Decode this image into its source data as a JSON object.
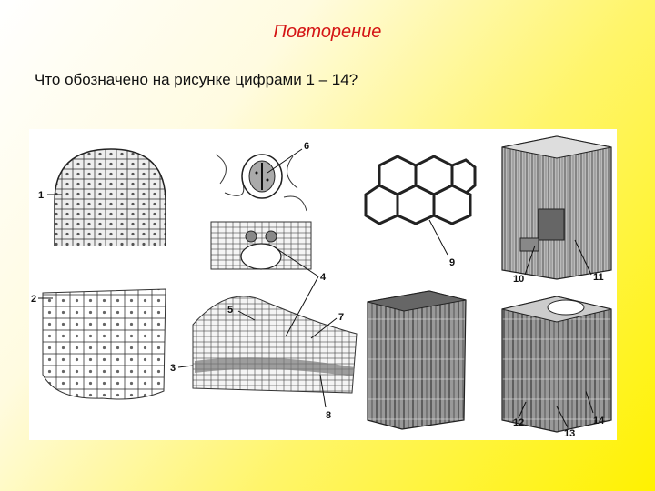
{
  "slide": {
    "title": "Повторение",
    "question": "Что обозначено на рисунке цифрами 1 – 14?"
  },
  "figure": {
    "labels": [
      "1",
      "2",
      "3",
      "4",
      "5",
      "6",
      "7",
      "8",
      "9",
      "10",
      "11",
      "12",
      "13",
      "14"
    ]
  }
}
